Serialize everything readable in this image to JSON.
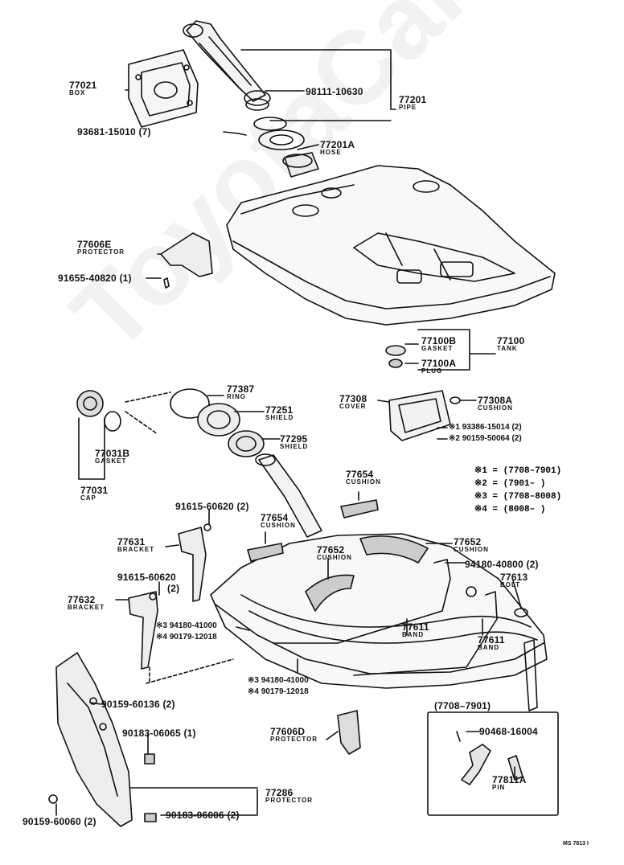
{
  "watermark": "ToyotaCarMe.ru",
  "drawing_code": "MS 7813 I",
  "inset_title": "(7708–7901)",
  "legend": [
    "※1 = (7708–7901)",
    "※2 = (7901–     )",
    "※3 = (7708–8008)",
    "※4 = (8008–     )"
  ],
  "parts": {
    "p77021": {
      "num": "77021",
      "name": "BOX"
    },
    "p98111": {
      "num": "98111-10630"
    },
    "p77201": {
      "num": "77201",
      "name": "PIPE"
    },
    "p93681": {
      "num": "93681-15010 (7)"
    },
    "p77201A": {
      "num": "77201A",
      "name": "HOSE"
    },
    "p77606E": {
      "num": "77606E",
      "name": "PROTECTOR"
    },
    "p91655": {
      "num": "91655-40820 (1)"
    },
    "p77100B": {
      "num": "77100B",
      "name": "GASKET"
    },
    "p77100": {
      "num": "77100",
      "name": "TANK"
    },
    "p77100A": {
      "num": "77100A",
      "name": "PLUG"
    },
    "p77387": {
      "num": "77387",
      "name": "RING"
    },
    "p77251": {
      "num": "77251",
      "name": "SHIELD"
    },
    "p77295": {
      "num": "77295",
      "name": "SHIELD"
    },
    "p77031B": {
      "num": "77031B",
      "name": "GASKET"
    },
    "p77031": {
      "num": "77031",
      "name": "CAP"
    },
    "p77308": {
      "num": "77308",
      "name": "COVER"
    },
    "p77308A": {
      "num": "77308A",
      "name": "CUSHION"
    },
    "p93386": {
      "num": "※1 93386-15014 (2)"
    },
    "p90159a": {
      "num": "※2 90159-50064 (2)"
    },
    "p77654a": {
      "num": "77654",
      "name": "CUSHION"
    },
    "p91615a": {
      "num": "91615-60620 (2)"
    },
    "p77654b": {
      "num": "77654",
      "name": "CUSHION"
    },
    "p77631": {
      "num": "77631",
      "name": "BRACKET"
    },
    "p77652a": {
      "num": "77652",
      "name": "CUSHION"
    },
    "p77652b": {
      "num": "77652",
      "name": "CUSHION"
    },
    "p94180a": {
      "num": "94180-40800 (2)"
    },
    "p77613": {
      "num": "77613",
      "name": "BOLT"
    },
    "p91615b": {
      "num": "91615-60620",
      "qty": "(2)"
    },
    "p77632": {
      "num": "77632",
      "name": "BRACKET"
    },
    "p94180b": {
      "num": "※3 94180-41000"
    },
    "p90179a": {
      "num": "※4 90179-12018"
    },
    "p77611a": {
      "num": "77611",
      "name": "BAND"
    },
    "p77611b": {
      "num": "77611",
      "name": "BAND"
    },
    "p94180c": {
      "num": "※3 94180-41000"
    },
    "p90179b": {
      "num": "※4 90179-12018"
    },
    "p90159b": {
      "num": "90159-60136 (2)"
    },
    "p90183a": {
      "num": "90183-06065 (1)"
    },
    "p77606D": {
      "num": "77606D",
      "name": "PROTECTOR"
    },
    "p90468": {
      "num": "90468-16004"
    },
    "p77811A": {
      "num": "77811A",
      "name": "PIN"
    },
    "p77286": {
      "num": "77286",
      "name": "PROTECTOR"
    },
    "p90159c": {
      "num": "90159-60060 (2)"
    },
    "p90183b": {
      "num": "90183-06006 (2)"
    }
  }
}
